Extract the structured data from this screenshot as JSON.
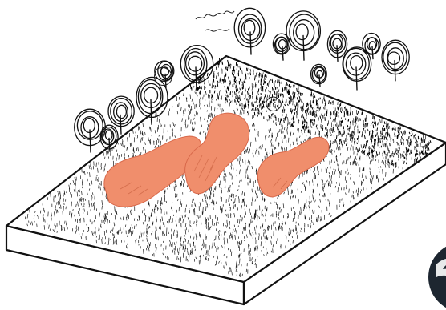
{
  "sketch": {
    "subject": "site-model-with-trees-and-paths",
    "colors": {
      "background": "#ffffff",
      "ink": "#111111",
      "path_fill": "#f08e6c",
      "path_shade": "#e07a58",
      "corner_mark": "#1d2630"
    },
    "elements": {
      "tree_count": 14,
      "orange_path_count": 3,
      "terrain": "grass-texture",
      "base": "rectangular-slab"
    }
  }
}
